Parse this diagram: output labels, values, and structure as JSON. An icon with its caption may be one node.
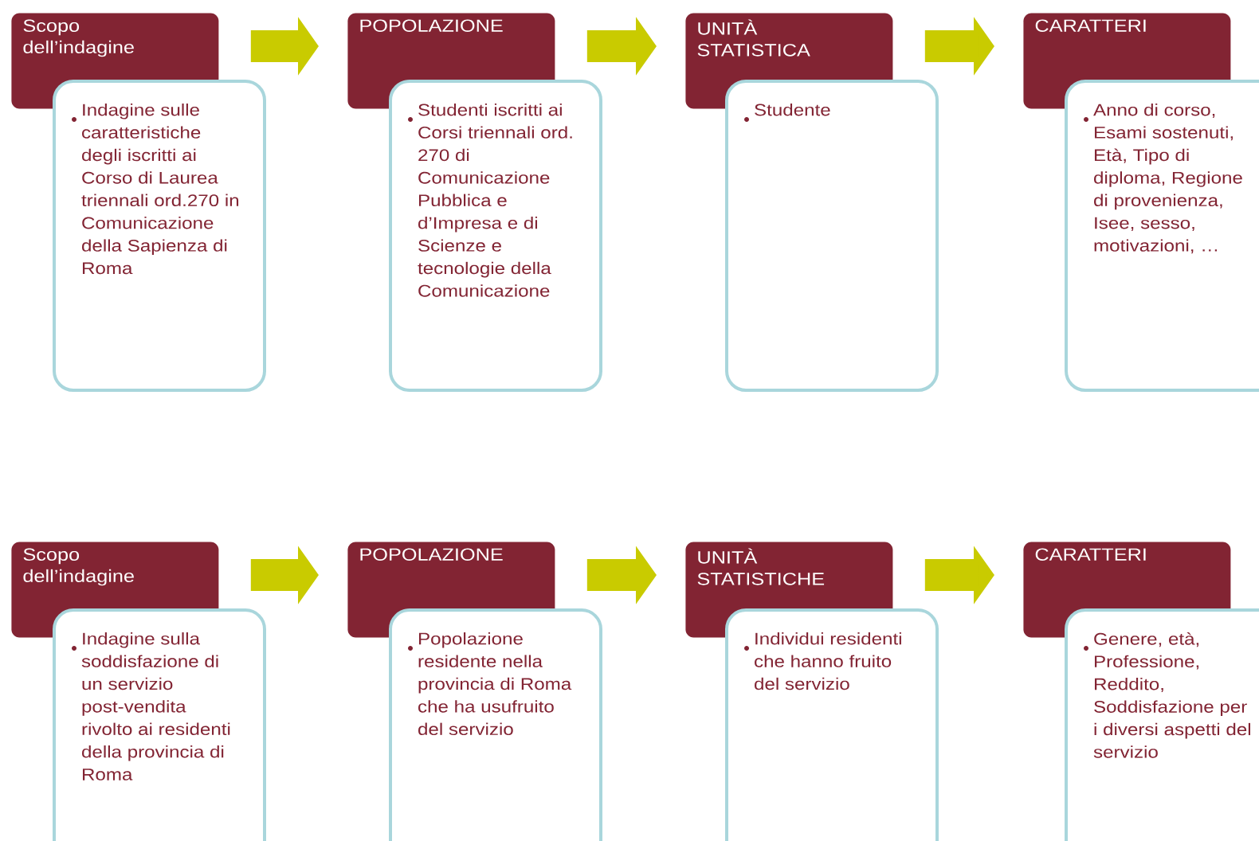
{
  "diagram": {
    "nodes": [
      {
        "text": [
          "Scopo dell’indagine"
        ]
      },
      {
        "text": [
          "Indagine sulle caratteristiche degli iscritti ai Corso di Laurea triennali ord.270 in Comunicazione della Sapienza di Roma"
        ]
      },
      {
        "text": [
          "POPOLAZIONE"
        ]
      },
      {
        "text": [
          "Studenti iscritti ai Corsi triennali ord. 270 di Comunicazione Pubblica e d’Impresa e di Scienze e tecnologie della Comunicazione"
        ]
      },
      {
        "text": [
          "UNITÀ STATISTICA"
        ]
      },
      {
        "text": [
          "Studente"
        ]
      },
      {
        "text": [
          "CARATTERI"
        ]
      },
      {
        "text": [
          "Anno di corso, Esami sostenuti, Età, Tipo di diploma, Regione di provenienza, Isee, sesso, motivazioni, …"
        ]
      },
      {
        "text": [
          "Scopo dell’indagine"
        ]
      },
      {
        "text": [
          "Indagine sulla soddisfazione di un servizio post-vendita rivolto ai residenti della provincia di Roma"
        ]
      },
      {
        "text": [
          "POPOLAZIONE"
        ]
      },
      {
        "text": [
          "Popolazione residente nella provincia di Roma che ha usufruito del servizio"
        ]
      },
      {
        "text": [
          "UNITÀ STATISTICHE"
        ]
      },
      {
        "text": [
          "Individui residenti che hanno fruito del servizio"
        ]
      },
      {
        "text": [
          "CARATTERI"
        ]
      },
      {
        "text": [
          "Genere, età, Professione, Reddito, Soddisfazione per i diversi aspetti del servizio"
        ]
      }
    ],
    "edges": [
      {
        "from": 0,
        "to": 2,
        "arrow": "to"
      },
      {
        "from": 2,
        "to": 4,
        "arrow": "to"
      },
      {
        "from": 4,
        "to": 6,
        "arrow": "to"
      },
      {
        "from": 8,
        "to": 10,
        "arrow": "to"
      },
      {
        "from": 10,
        "to": 12,
        "arrow": "to"
      },
      {
        "from": 12,
        "to": 14,
        "arrow": "to"
      }
    ]
  }
}
